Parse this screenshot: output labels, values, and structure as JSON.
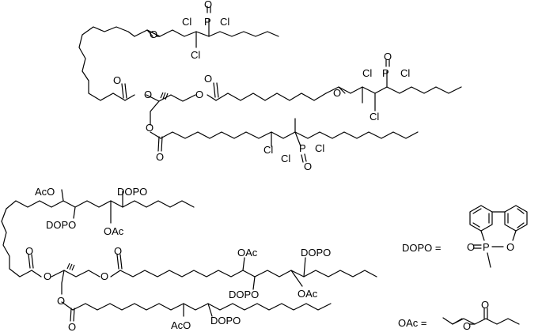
{
  "molecules": {
    "top": {
      "labels": {
        "O": "O",
        "P": "P",
        "Cl": "Cl"
      }
    },
    "bottom": {
      "labels": {
        "O": "O",
        "AcO": "AcO",
        "OAc": "OAc",
        "DOPO": "DOPO"
      }
    }
  },
  "legend": {
    "dopo_eq": "DOPO =",
    "oac_eq": "OAc =",
    "O": "O",
    "P": "P"
  }
}
